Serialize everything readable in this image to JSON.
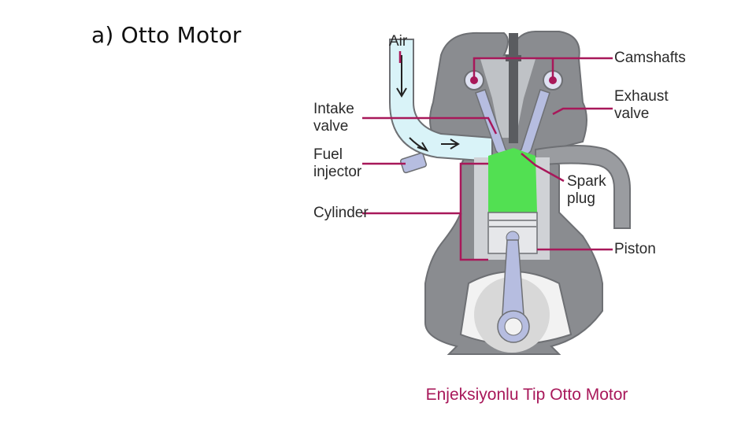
{
  "slide": {
    "title": "a) Otto Motor"
  },
  "diagram": {
    "labels": {
      "air": "Air",
      "camshafts": "Camshafts",
      "intake_valve_1": "Intake",
      "intake_valve_2": "valve",
      "exhaust_valve_1": "Exhaust",
      "exhaust_valve_2": "valve",
      "fuel_injector_1": "Fuel",
      "fuel_injector_2": "injector",
      "spark_plug_1": "Spark",
      "spark_plug_2": "plug",
      "cylinder": "Cylinder",
      "piston": "Piston"
    },
    "colors": {
      "leader_lines": "#a8185a",
      "engine_block": "#8a8c90",
      "chamber": "#52e052",
      "intake_air": "#d9f3f8",
      "valves": "#b6bde0",
      "crank": "#d8d8d8"
    },
    "caption": "Enjeksiyonlu Tip Otto Motor"
  }
}
